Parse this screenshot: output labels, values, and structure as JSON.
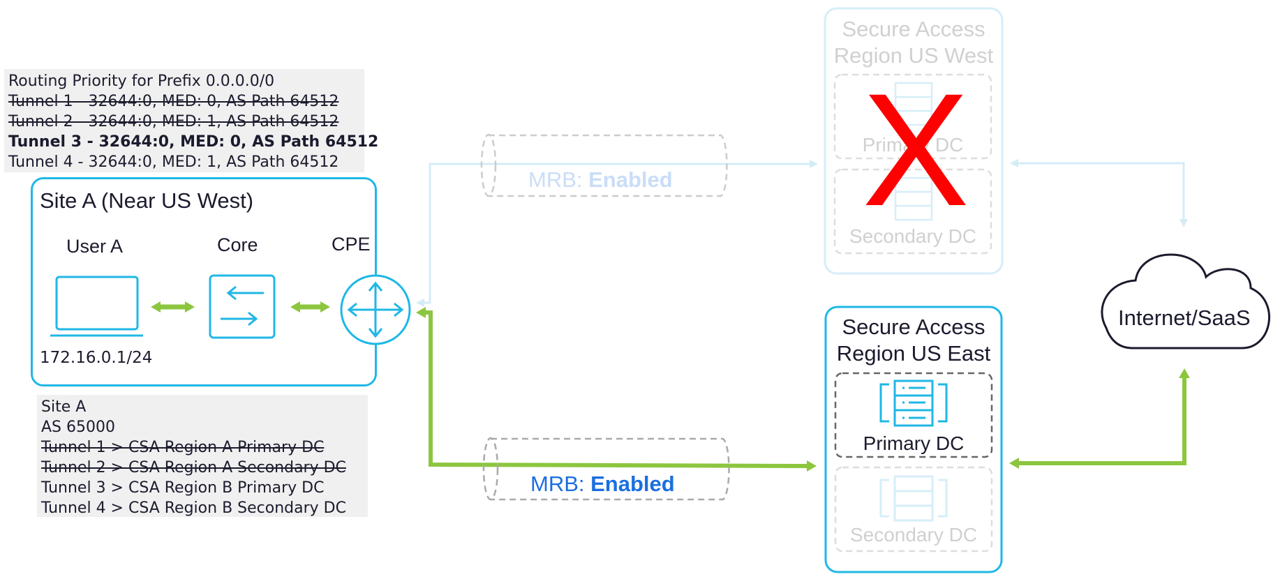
{
  "routing_box": {
    "title": "Routing Priority for Prefix 0.0.0.0/0",
    "lines": [
      {
        "text": "Tunnel 1 - 32644:0, MED: 0, AS Path 64512",
        "struck": true
      },
      {
        "text": "Tunnel 2 - 32644:0, MED: 1, AS Path 64512",
        "struck": true
      },
      {
        "text": "Tunnel 3 - 32644:0, MED: 0, AS Path 64512",
        "bold": true
      },
      {
        "text": "Tunnel 4 - 32644:0, MED: 1, AS Path 64512"
      }
    ]
  },
  "site": {
    "title": "Site A (Near US West)",
    "user_label": "User A",
    "core_label": "Core",
    "cpe_label": "CPE",
    "subnet": "172.16.0.1/24"
  },
  "site_info": {
    "lines": [
      {
        "text": "Site A"
      },
      {
        "text": "AS 65000"
      },
      {
        "text": "Tunnel 1 > CSA Region A Primary DC",
        "struck": true
      },
      {
        "text": "Tunnel 2 > CSA Region A Secondary DC",
        "struck": true
      },
      {
        "text": "Tunnel 3 > CSA Region B Primary DC"
      },
      {
        "text": "Tunnel 4 > CSA Region B Secondary DC"
      }
    ]
  },
  "tunnels": {
    "west": {
      "prefix": "MRB: ",
      "value": "Enabled"
    },
    "east": {
      "prefix": "MRB: ",
      "value": "Enabled"
    }
  },
  "regions": {
    "west": {
      "title_line1": "Secure Access",
      "title_line2": "Region US West",
      "primary": "Primary DC",
      "secondary": "Secondary DC",
      "status_mark": "X"
    },
    "east": {
      "title_line1": "Secure Access",
      "title_line2": "Region US East",
      "primary": "Primary DC",
      "secondary": "Secondary DC"
    }
  },
  "internet": {
    "label": "Internet/SaaS"
  },
  "colors": {
    "accent": "#1fb7e6",
    "link": "#8cc63f",
    "mrb": "#1a6fe0",
    "failed": "#ff0000",
    "faded": "#d6eef8"
  }
}
